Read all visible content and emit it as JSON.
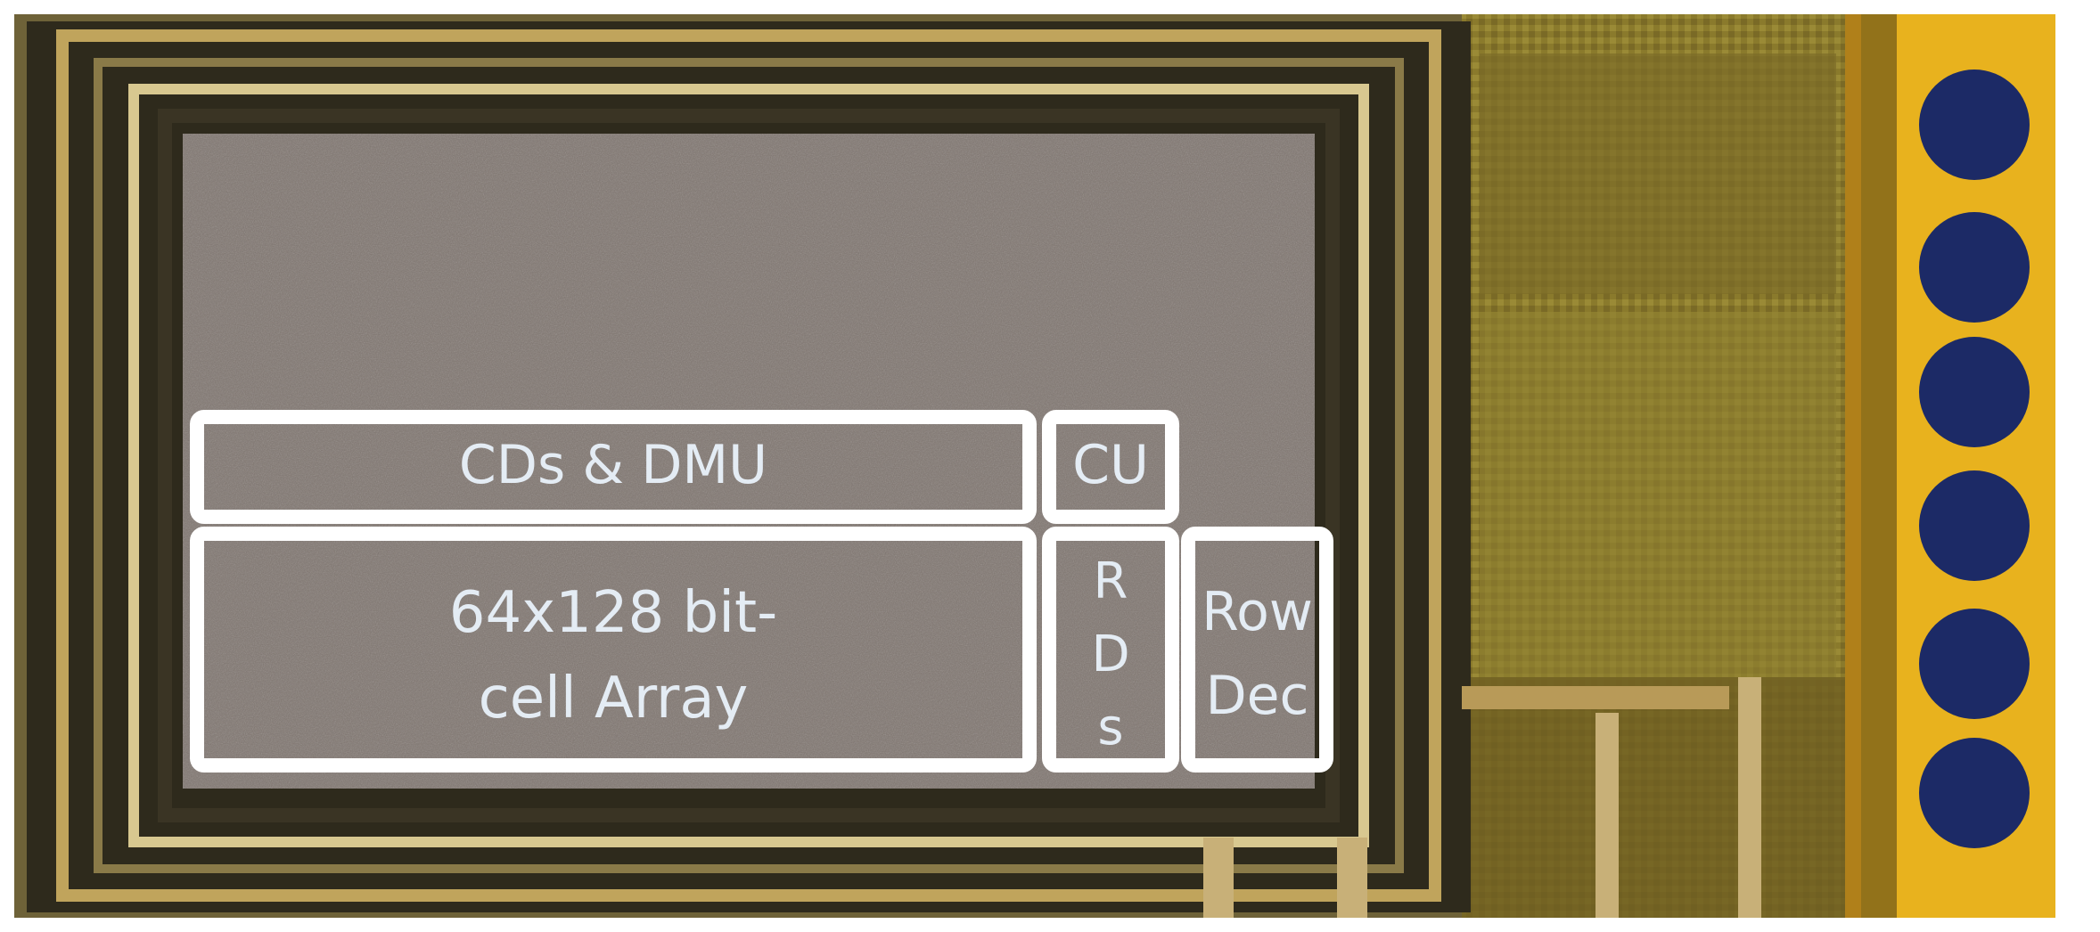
{
  "blocks": {
    "cds_dmu": "CDs & DMU",
    "cu": "CU",
    "array": "64x128 bit-\ncell Array",
    "rds": "R\nD\ns",
    "row_dec": "Row\nDec"
  },
  "colors": {
    "outline": "#ffffff",
    "label_text": "#e4ecf4",
    "core_gray": "#7f756f",
    "frame_dark": "#2e2a1c",
    "frame_gold": "#c0a45c",
    "pad_yellow": "#e8b21e",
    "pad_blue": "#1c2a66",
    "logic_olive": "#8a7a2c"
  }
}
